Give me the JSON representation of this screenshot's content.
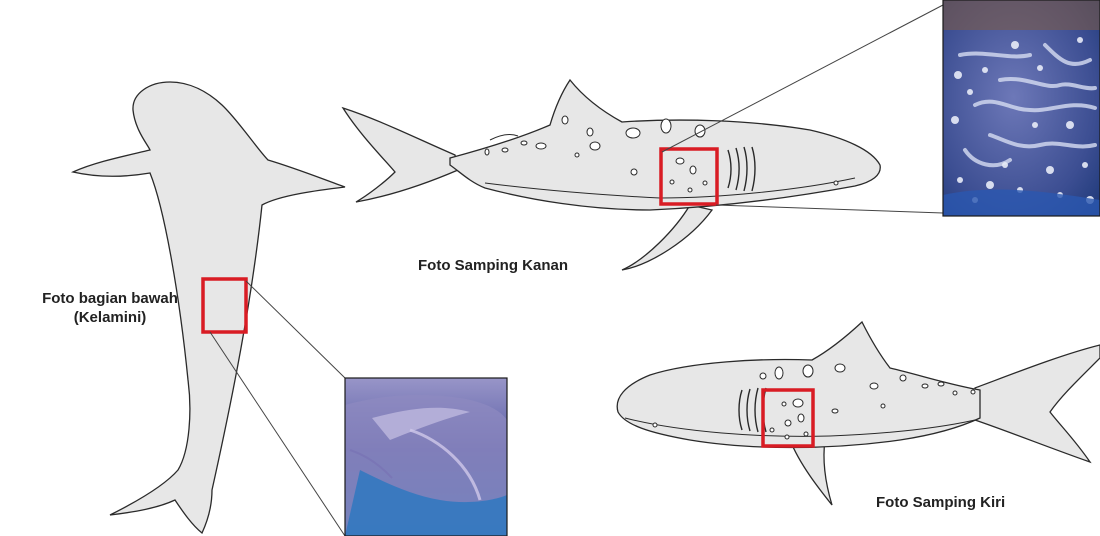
{
  "labels": {
    "underside_line1": "Foto bagian bawah",
    "underside_line2": "(Kelamini)",
    "right_side": "Foto Samping Kanan",
    "left_side": "Foto Samping Kiri"
  },
  "colors": {
    "shark_fill": "#e7e7e7",
    "outline": "#2a2a2a",
    "highlight_box": "#d91c24",
    "photo_spots_bg": "#3c4e92",
    "photo_underside_bg": "#5a5ea6"
  }
}
